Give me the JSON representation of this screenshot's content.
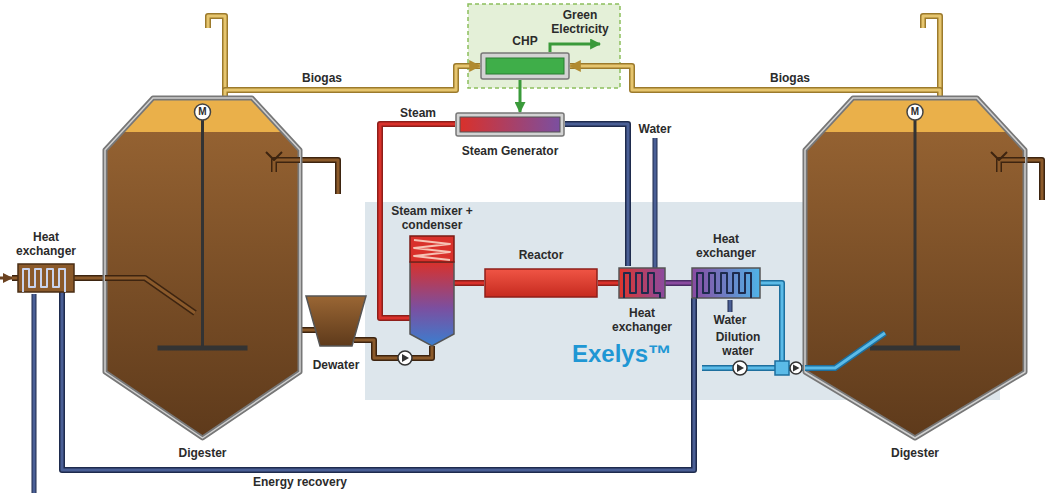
{
  "diagram": {
    "nodes": [
      {
        "text": [
          "CHP"
        ]
      },
      {
        "text": [
          "Steam Generator"
        ]
      },
      {
        "text": [
          "Exelys™"
        ]
      },
      {
        "text": [
          "Steam mixer + condenser"
        ],
        "in": 2
      },
      {
        "text": [
          "Reactor"
        ],
        "in": 2
      },
      {
        "text": [
          "Heat exchanger"
        ],
        "in": 2
      },
      {
        "text": [
          "Heat exchanger"
        ],
        "in": 2
      },
      {
        "text": [
          "Heat exchanger"
        ]
      },
      {
        "text": [
          "Digester"
        ]
      },
      {
        "text": [
          "Dewater"
        ]
      },
      {
        "text": [
          "Digester"
        ]
      }
    ],
    "edges": [
      {
        "from": 8,
        "to": 0,
        "label": "Biogas",
        "arrow": "to"
      },
      {
        "from": 10,
        "to": 0,
        "label": "Biogas",
        "arrow": "to"
      },
      {
        "from": 0,
        "to": 1,
        "arrow": "to"
      },
      {
        "from": 1,
        "to": 3,
        "label": "Steam",
        "arrow": "none"
      },
      {
        "from": 7,
        "to": 8,
        "arrow": "none"
      },
      {
        "from": 8,
        "to": 9,
        "arrow": "none"
      },
      {
        "from": 9,
        "to": 3,
        "arrow": "none"
      },
      {
        "from": 3,
        "to": 4,
        "arrow": "none"
      },
      {
        "from": 4,
        "to": 5,
        "arrow": "none"
      },
      {
        "from": 5,
        "to": 1,
        "arrow": "none"
      },
      {
        "from": 5,
        "to": 6,
        "arrow": "none"
      },
      {
        "from": 6,
        "to": 10,
        "arrow": "none"
      },
      {
        "from": 6,
        "to": 7,
        "label": "Energy recovery",
        "arrow": "none"
      }
    ],
    "labels": [
      "Green Electricity",
      "Water",
      "Water",
      "Dilution water",
      "M",
      "M"
    ]
  }
}
